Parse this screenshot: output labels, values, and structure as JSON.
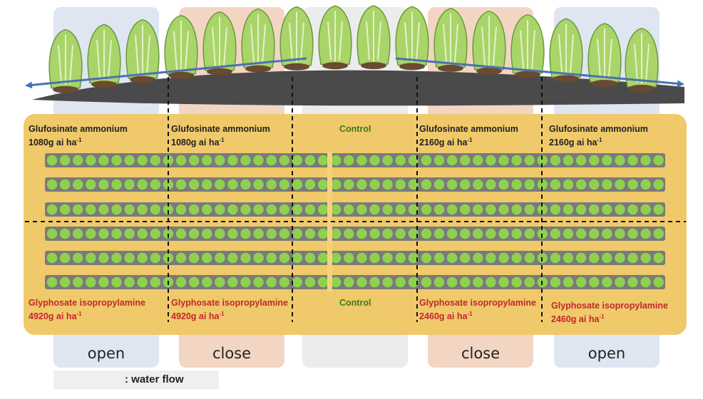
{
  "bands": [
    {
      "label": "open",
      "color": "#dfe6f2"
    },
    {
      "label": "close",
      "color": "#f2d6c3"
    },
    {
      "label": "",
      "color": "#ececec"
    },
    {
      "label": "close",
      "color": "#f2d6c3"
    },
    {
      "label": "open",
      "color": "#dfe6f2"
    }
  ],
  "top_labels": [
    {
      "name": "Glufosinate ammonium",
      "rate": "1080g ai ha",
      "exp": "-1"
    },
    {
      "name": "Glufosinate ammonium",
      "rate": "1080g ai ha",
      "exp": "-1"
    },
    {
      "name": "Control"
    },
    {
      "name": "Glufosinate ammonium",
      "rate": "2160g ai ha",
      "exp": "-1"
    },
    {
      "name": "Glufosinate ammonium",
      "rate": "2160g ai ha",
      "exp": "-1"
    }
  ],
  "bottom_labels": [
    {
      "name": "Glyphosate isopropylamine",
      "rate": "4920g ai ha",
      "exp": "-1"
    },
    {
      "name": "Glyphosate isopropylamine",
      "rate": "4920g ai ha",
      "exp": "-1"
    },
    {
      "name": "Control"
    },
    {
      "name": "Glyphosate isopropylamine",
      "rate": "2460g ai ha",
      "exp": "-1"
    },
    {
      "name": "Glyphosate isopropylamine",
      "rate": "2460g ai ha",
      "exp": "-1"
    }
  ],
  "legend": {
    "text": ":  water flow",
    "arrow_color": "#4a72b0"
  },
  "colors": {
    "field": "#f0c96a",
    "row_strip": "#7a7a7a",
    "plant_dot": "#8fd14f",
    "soil": "#4a4a4a",
    "water_arrow": "#4a72b0",
    "cabbage": "#a9d46a"
  },
  "icons": {
    "plant": "napa-cabbage-icon",
    "arrow": "arrow-right-icon"
  }
}
